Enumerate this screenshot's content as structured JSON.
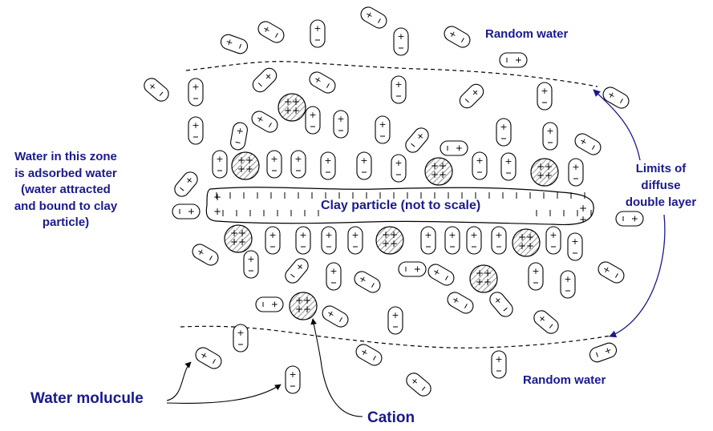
{
  "labels": {
    "random_water_top": "Random water",
    "random_water_bottom": "Random water",
    "limits": [
      "Limits of",
      "diffuse",
      "double layer"
    ],
    "adsorbed": [
      "Water in this zone",
      "is adsorbed water",
      "(water attracted",
      "and bound to clay",
      "particle)"
    ],
    "clay_particle": "Clay particle (not to scale)",
    "water_molecule": "Water molucule",
    "cation": "Cation"
  },
  "colors": {
    "label": "#1a1a8c",
    "arrow": "#1a1a8c",
    "line": "#000000"
  },
  "icons": {
    "water_molecule": "dipole-capsule",
    "cation": "hatched-circle-plus"
  }
}
